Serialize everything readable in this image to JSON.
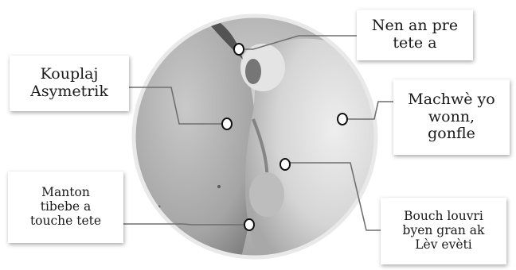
{
  "callouts": {
    "top_right": "Nen an pre\ntete a",
    "left_upper": "Kouplaj\nAsymetrik",
    "right_middle": "Machwè yo\nwonn,\ngonfle",
    "left_lower": "Manton\ntibebe a\ntouche tete",
    "right_lower": "Bouch louvri\nbyen gran ak\nLèv evèti"
  },
  "colors": {
    "line": "#6f6f6f",
    "marker_fill": "#ffffff",
    "marker_stroke": "#111111",
    "circle_border": "#e9e9e9"
  },
  "photo": {
    "description_icon": "breastfeeding-latch-photo"
  }
}
